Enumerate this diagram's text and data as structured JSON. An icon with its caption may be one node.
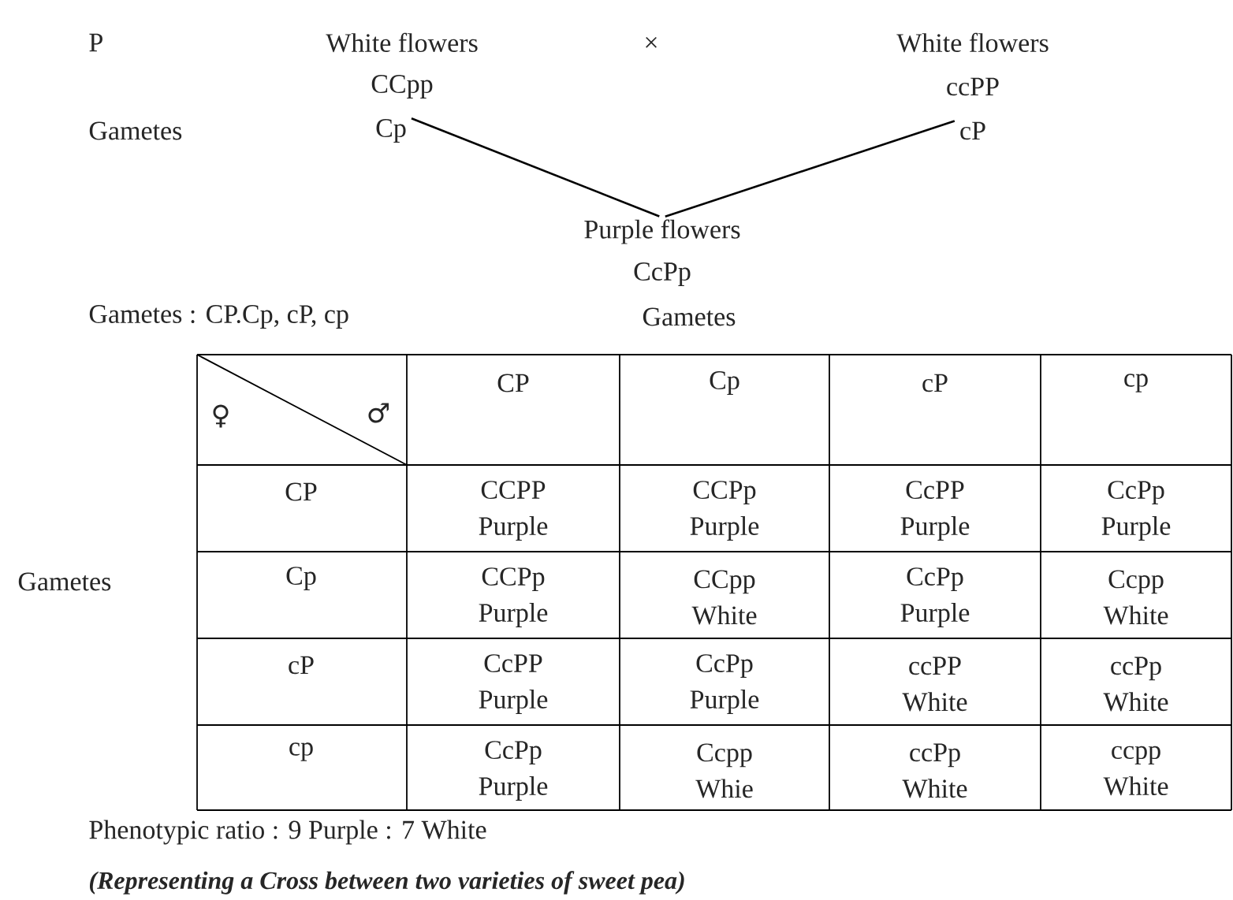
{
  "diagram": {
    "caption": "(Representing a Cross between two varieties of sweet pea)",
    "nodes": [
      {
        "text": [
          "Cp"
        ]
      },
      {
        "text": [
          "cP"
        ]
      },
      {
        "text": [
          "Purple flowers"
        ]
      }
    ],
    "edges": [
      {
        "from": 0,
        "to": 2,
        "arrow": "none"
      },
      {
        "from": 1,
        "to": 2,
        "arrow": "none"
      }
    ],
    "labels": [
      "P",
      "White flowers",
      "×",
      "White flowers",
      "CCpp",
      "ccPP",
      "Gametes",
      "CcPp",
      "Gametes : CP.Cp, cP, cp",
      "Gametes",
      "♀",
      "♂",
      "CP",
      "Cp",
      "cP",
      "cp",
      "CP",
      "CCPP Purple",
      "CCPp Purple",
      "CcPP Purple",
      "CcPp Purple",
      "Gametes",
      "Cp",
      "CCPp Purple",
      "CCpp White",
      "CcPp Purple",
      "Ccpp White",
      "cP",
      "CcPP Purple",
      "CcPp Purple",
      "ccPP White",
      "ccPp White",
      "cp",
      "CcPp Purple",
      "Ccpp Whie",
      "ccPp White",
      "ccpp White",
      "Phenotypic ratio : 9 Purple : 7 White"
    ]
  }
}
